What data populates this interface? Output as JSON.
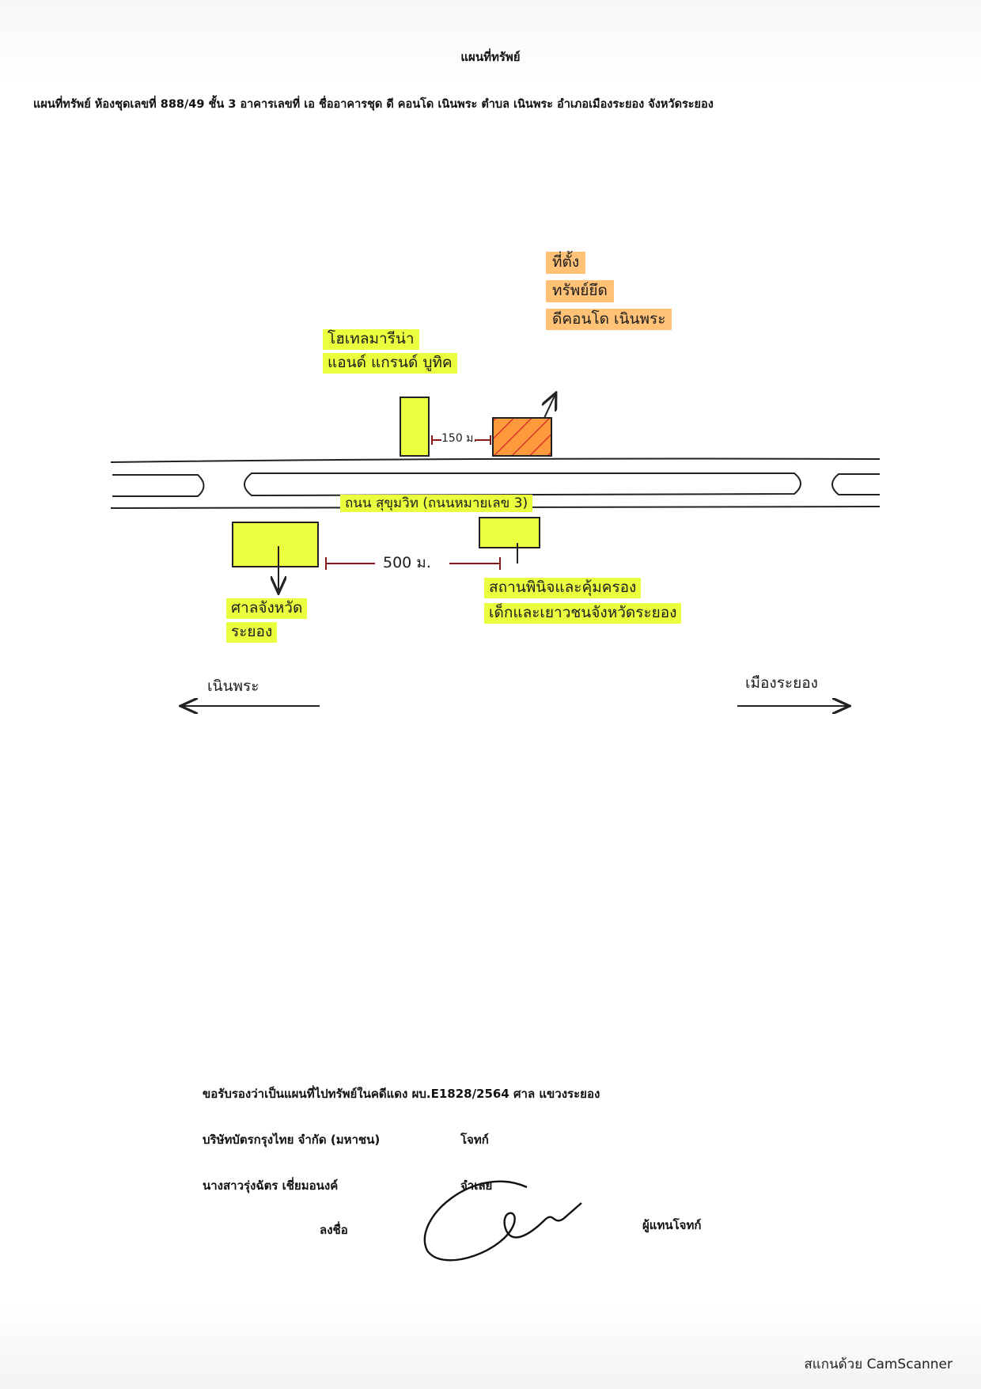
{
  "document": {
    "title": "แผนที่ทรัพย์",
    "subtitle": "แผนที่ทรัพย์ ห้องชุดเลขที่ 888/49 ชั้น 3 อาคารเลขที่ เอ ชื่ออาคารชุด ดี คอนโด เนินพระ  ตำบล เนินพระ อำเภอเมืองระยอง จังหวัดระยอง"
  },
  "map": {
    "target_label": [
      "ที่ตั้ง",
      "ทรัพย์ยึด",
      "ดีคอนโด เนินพระ"
    ],
    "hotel_label": [
      "โฮเทลมารีน่า",
      "แอนด์ แกรนด์ บูทิค"
    ],
    "distance_near": "150 ม.",
    "road_label": "ถนน สุขุมวิท (ถนนหมายเลข 3)",
    "court_label": [
      "ศาลจังหวัด",
      "ระยอง"
    ],
    "distance_far": "500 ม.",
    "juvenile_court_label": [
      "สถานพินิจและคุ้มครอง",
      "เด็กและเยาวชนจังหวัดระยอง"
    ],
    "direction_left": "เนินพระ",
    "direction_right": "เมืองระยอง",
    "colors": {
      "highlight_yellow": "#eaff3d",
      "highlight_orange": "#ffc277",
      "target_fill": "#ff9a3c",
      "hatch": "#d9342b",
      "distance_line": "#8b1a1a"
    }
  },
  "certification": {
    "statement": "ขอรับรองว่าเป็นแผนที่ไปทรัพย์ในคดีแดง  ผบ.E1828/2564   ศาล  แขวงระยอง",
    "plaintiff_name": "บริษัทบัตรกรุงไทย จำกัด (มหาชน)",
    "plaintiff_role": "โจทก์",
    "defendant_name": "นางสาวรุ่งฉัตร เชี่ยมอนงค์",
    "defendant_role": "จำเลย",
    "sign_label": "ลงชื่อ",
    "signer_role": "ผู้แทนโจทก์"
  },
  "footer": {
    "scanner": "สแกนด้วย CamScanner"
  }
}
